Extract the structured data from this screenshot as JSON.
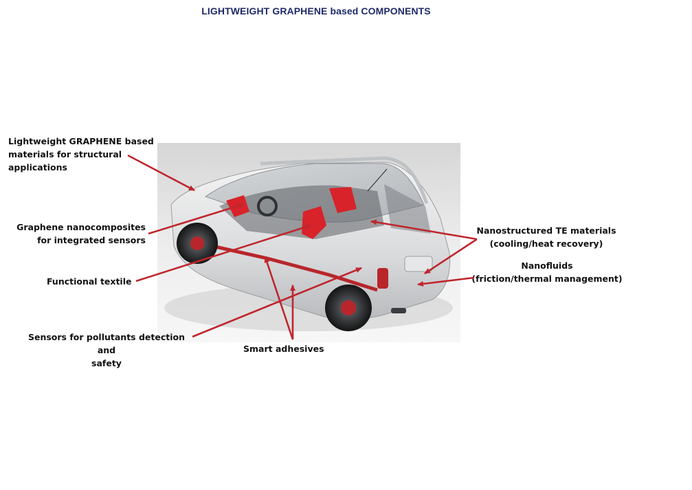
{
  "title": "LIGHTWEIGHT GRAPHENE based COMPONENTS",
  "labels": {
    "structural": "Lightweight GRAPHENE based\nmaterials for structural\napplications",
    "sensors_nano": "Graphene nanocomposites\nfor integrated sensors",
    "textile": "Functional textile",
    "pollutants": "Sensors for pollutants detection and\nsafety",
    "adhesives": "Smart adhesives",
    "te_materials": "Nanostructured TE materials\n(cooling/heat recovery)",
    "nanofluids": "Nanofluids\n(friction/thermal management)"
  },
  "colors": {
    "title": "#1f2a6b",
    "arrow": "#c0262d",
    "car_body": "#e6e7e9",
    "seat_red": "#d8232a",
    "background_photo": "#dcdcdc"
  }
}
